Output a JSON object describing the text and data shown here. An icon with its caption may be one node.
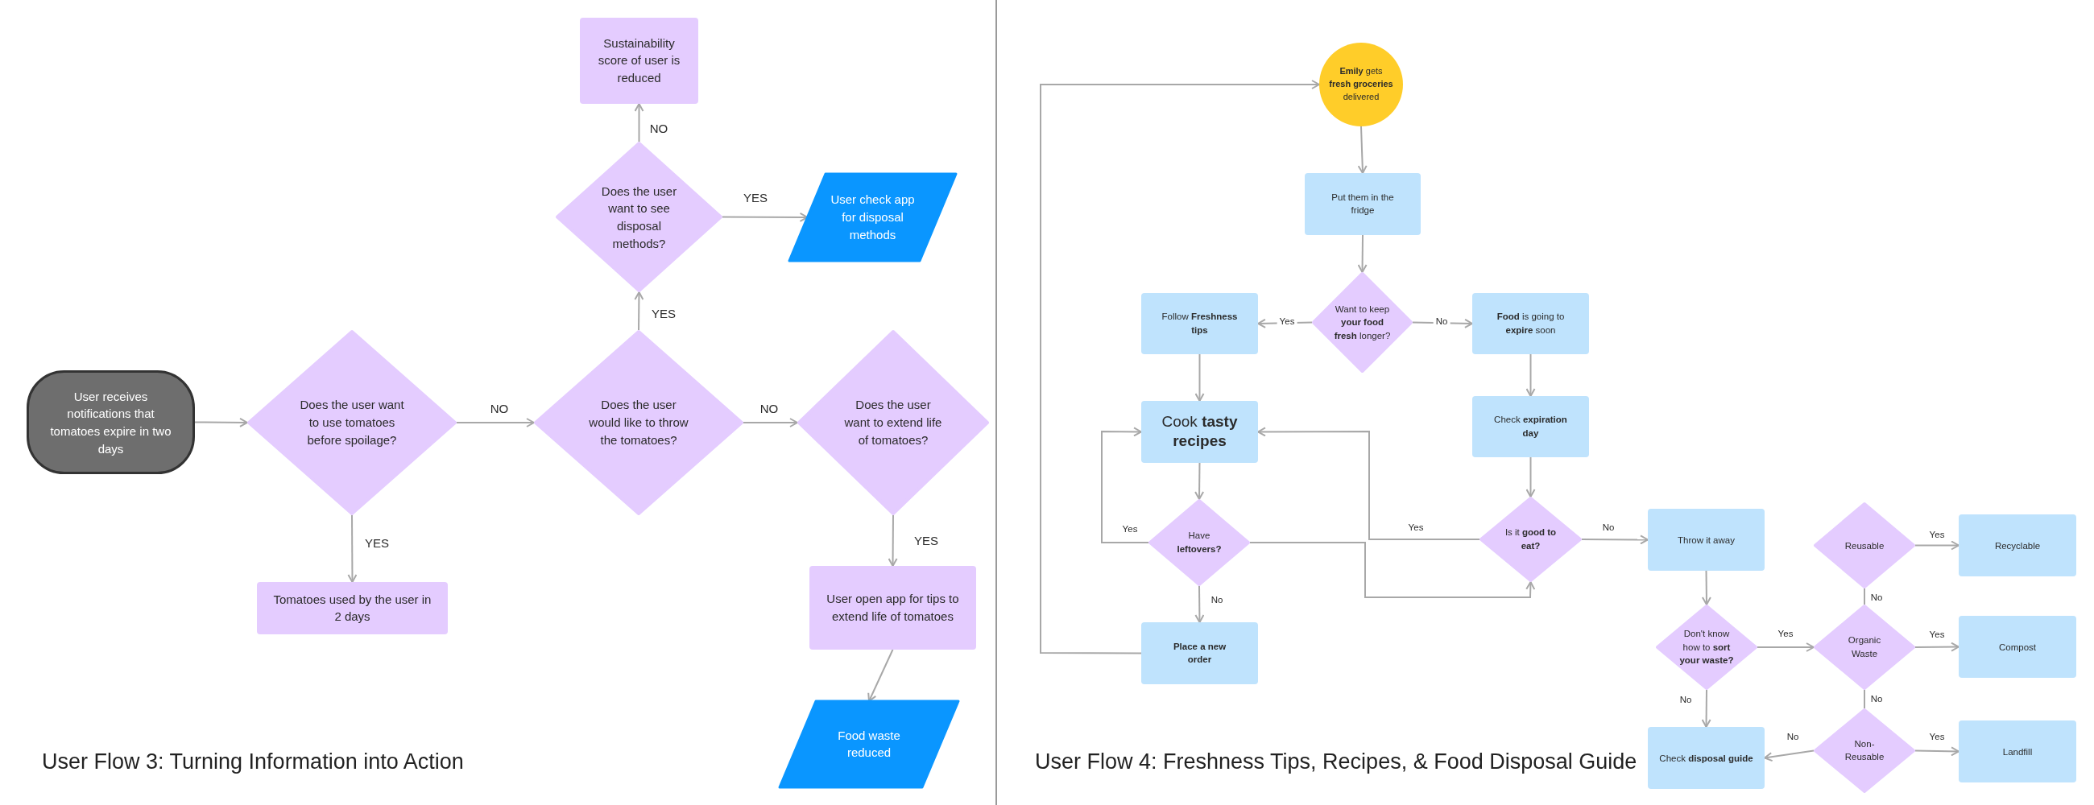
{
  "diagram": {
    "nodes": [
      {
        "text": [
          "User receives notifications that tomatoes expire in two days"
        ]
      },
      {
        "text": [
          "Does the user want to use tomatoes before spoilage?"
        ]
      },
      {
        "text": [
          "Does the user would like to throw the tomatoes?"
        ]
      },
      {
        "text": [
          "Does the user want to extend life of tomatoes?"
        ]
      },
      {
        "text": [
          "Does the user want to see disposal methods?"
        ]
      },
      {
        "text": [
          "Sustainability score of user is reduced"
        ]
      },
      {
        "text": [
          "User check app for disposal methods"
        ]
      },
      {
        "text": [
          "Tomatoes used by the user in 2 days"
        ]
      },
      {
        "text": [
          "User open app for tips to extend life of tomatoes"
        ]
      },
      {
        "text": [
          "Food waste reduced"
        ]
      },
      {
        "text": [
          "**Emily** gets **fresh groceries** delivered"
        ]
      },
      {
        "text": [
          "Put them in the fridge"
        ]
      },
      {
        "text": [
          "Want to keep **your food fresh** longer?"
        ]
      },
      {
        "text": [
          "Follow **Freshness tips**"
        ]
      },
      {
        "text": [
          "**Food** is going to **expire** soon"
        ]
      },
      {
        "text": [
          "Cook **tasty recipes**"
        ]
      },
      {
        "text": [
          "Check **expiration day**"
        ]
      },
      {
        "text": [
          "Have **leftovers?**"
        ]
      },
      {
        "text": [
          "Is it **good to eat?**"
        ]
      },
      {
        "text": [
          "Throw it away"
        ]
      },
      {
        "text": [
          "Reusable"
        ]
      },
      {
        "text": [
          "Recyclable"
        ]
      },
      {
        "text": [
          "Place a new order"
        ]
      },
      {
        "text": [
          "Don't know how to **sort your waste?**"
        ]
      },
      {
        "text": [
          "Organic Waste"
        ]
      },
      {
        "text": [
          "Compost"
        ]
      },
      {
        "text": [
          "Check **disposal guide**"
        ]
      },
      {
        "text": [
          "Non-Reusable"
        ]
      },
      {
        "text": [
          "Landfill"
        ]
      }
    ],
    "edges": [
      {
        "from": 0,
        "to": 1,
        "arrow": "to"
      },
      {
        "from": 1,
        "to": 2,
        "arrow": "to",
        "label": "NO"
      },
      {
        "from": 2,
        "to": 3,
        "arrow": "to",
        "label": "NO"
      },
      {
        "from": 1,
        "to": 7,
        "arrow": "to",
        "label": "YES"
      },
      {
        "from": 2,
        "to": 4,
        "arrow": "to",
        "label": "YES"
      },
      {
        "from": 4,
        "to": 5,
        "arrow": "to",
        "label": "NO"
      },
      {
        "from": 4,
        "to": 6,
        "arrow": "to",
        "label": "YES"
      },
      {
        "from": 3,
        "to": 8,
        "arrow": "to",
        "label": "YES"
      },
      {
        "from": 8,
        "to": 9,
        "arrow": "to"
      },
      {
        "from": 10,
        "to": 11,
        "arrow": "to"
      },
      {
        "from": 11,
        "to": 12,
        "arrow": "to"
      },
      {
        "from": 12,
        "to": 13,
        "arrow": "to",
        "label": "Yes"
      },
      {
        "from": 12,
        "to": 14,
        "arrow": "to",
        "label": "No"
      },
      {
        "from": 13,
        "to": 15,
        "arrow": "to"
      },
      {
        "from": 14,
        "to": 16,
        "arrow": "to"
      },
      {
        "from": 15,
        "to": 17,
        "arrow": "to"
      },
      {
        "from": 17,
        "to": 15,
        "arrow": "to",
        "label": "Yes"
      },
      {
        "from": 17,
        "to": 22,
        "arrow": "to",
        "label": "No"
      },
      {
        "from": 17,
        "to": 18,
        "arrow": "to"
      },
      {
        "from": 16,
        "to": 18,
        "arrow": "to"
      },
      {
        "from": 18,
        "to": 15,
        "arrow": "to",
        "label": "Yes"
      },
      {
        "from": 18,
        "to": 19,
        "arrow": "to",
        "label": "No"
      },
      {
        "from": 22,
        "to": 10,
        "arrow": "to"
      },
      {
        "from": 19,
        "to": 23,
        "arrow": "to"
      },
      {
        "from": 23,
        "to": 24,
        "arrow": "to",
        "label": "Yes"
      },
      {
        "from": 23,
        "to": 26,
        "arrow": "to",
        "label": "No"
      },
      {
        "from": 20,
        "to": 24,
        "arrow": "none",
        "label": "No"
      },
      {
        "from": 24,
        "to": 27,
        "arrow": "none",
        "label": "No"
      },
      {
        "from": 20,
        "to": 21,
        "arrow": "to",
        "label": "Yes"
      },
      {
        "from": 24,
        "to": 25,
        "arrow": "to",
        "label": "Yes"
      },
      {
        "from": 27,
        "to": 28,
        "arrow": "to",
        "label": "Yes"
      },
      {
        "from": 27,
        "to": 26,
        "arrow": "to",
        "label": "No"
      }
    ],
    "labels": [
      "User Flow 3: Turning Information into Action",
      "User Flow 4: Freshness Tips, Recipes, & Food Disposal Guide"
    ]
  }
}
